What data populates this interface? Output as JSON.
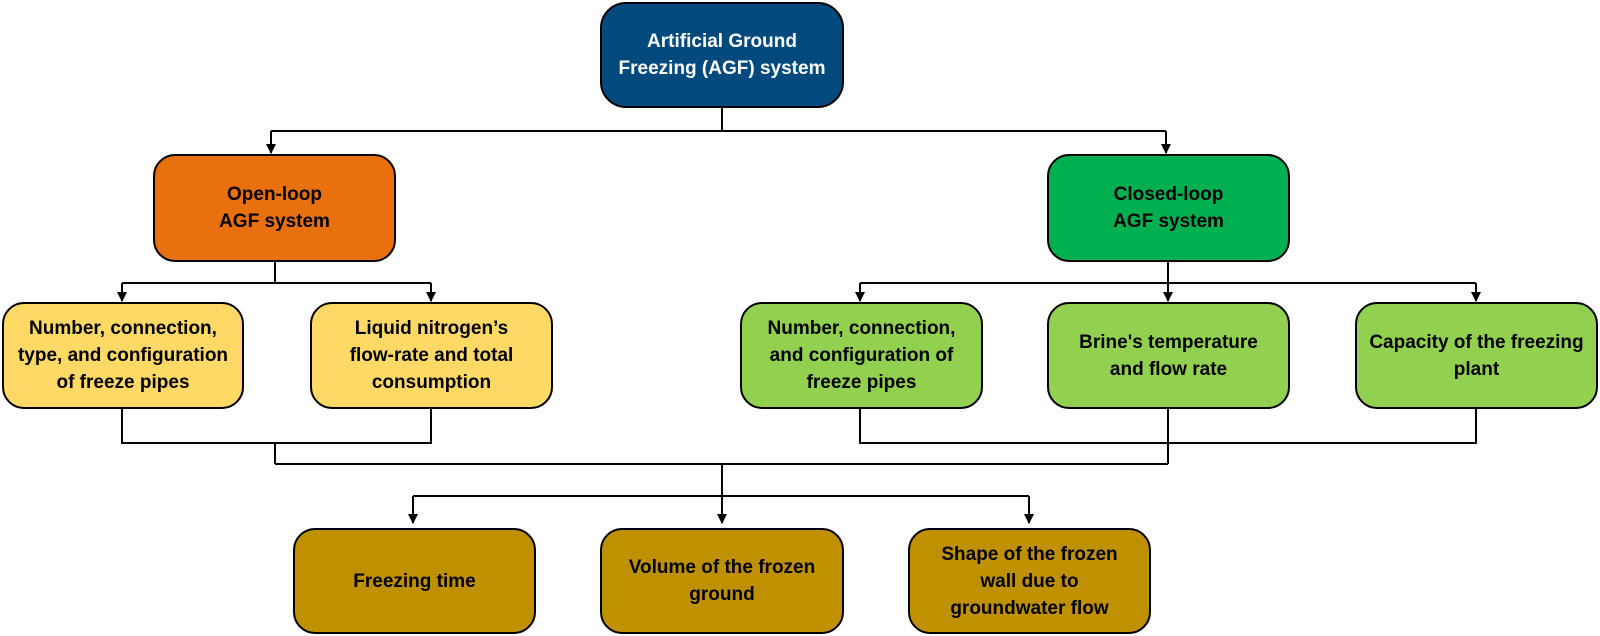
{
  "diagram": {
    "root": {
      "label": "Artificial Ground\nFreezing (AGF) system",
      "color": "#024A7E"
    },
    "branches": [
      {
        "label": "Open-loop\nAGF system",
        "color": "#E8700F",
        "children": [
          {
            "label": "Number, connection,\ntype, and configuration\nof freeze pipes",
            "color": "#FFD966"
          },
          {
            "label": "Liquid nitrogen’s\nflow-rate and total\nconsumption",
            "color": "#FFD966"
          }
        ]
      },
      {
        "label": "Closed-loop\nAGF system",
        "color": "#00B050",
        "children": [
          {
            "label": "Number, connection,\nand configuration of\nfreeze pipes",
            "color": "#92D050"
          },
          {
            "label": "Brine's temperature\nand flow rate",
            "color": "#92D050"
          },
          {
            "label": "Capacity of the freezing\nplant",
            "color": "#92D050"
          }
        ]
      }
    ],
    "outcomes": [
      {
        "label": "Freezing time",
        "color": "#BF9000"
      },
      {
        "label": "Volume of the frozen\nground",
        "color": "#BF9000"
      },
      {
        "label": "Shape of the frozen\nwall due to\ngroundwater flow",
        "color": "#BF9000"
      }
    ],
    "line_color": "#000000"
  }
}
